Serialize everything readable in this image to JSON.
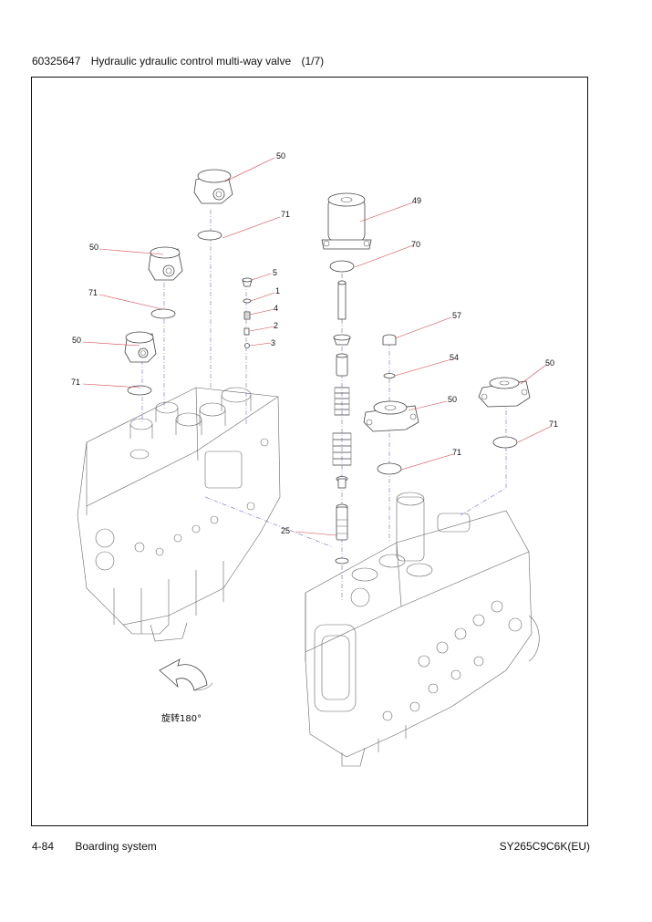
{
  "header": {
    "part_number": "60325647",
    "title": "Hydraulic ydraulic control multi-way valve",
    "page_fraction": "(1/7)"
  },
  "diagram": {
    "callouts": [
      {
        "id": "c50a",
        "label": "50"
      },
      {
        "id": "c71a",
        "label": "71"
      },
      {
        "id": "c50b",
        "label": "50"
      },
      {
        "id": "c71b",
        "label": "71"
      },
      {
        "id": "c50c",
        "label": "50"
      },
      {
        "id": "c71c",
        "label": "71"
      },
      {
        "id": "c5",
        "label": "5"
      },
      {
        "id": "c1",
        "label": "1"
      },
      {
        "id": "c4",
        "label": "4"
      },
      {
        "id": "c2",
        "label": "2"
      },
      {
        "id": "c3",
        "label": "3"
      },
      {
        "id": "c49",
        "label": "49"
      },
      {
        "id": "c70",
        "label": "70"
      },
      {
        "id": "c57",
        "label": "57"
      },
      {
        "id": "c54",
        "label": "54"
      },
      {
        "id": "c50d",
        "label": "50"
      },
      {
        "id": "c50e",
        "label": "50"
      },
      {
        "id": "c71d",
        "label": "71"
      },
      {
        "id": "c71e",
        "label": "71"
      },
      {
        "id": "c25",
        "label": "25"
      }
    ],
    "rotation_note": "旋转180°"
  },
  "footer": {
    "page_number": "4-84",
    "section": "Boarding system",
    "model": "SY265C9C6K(EU)"
  }
}
